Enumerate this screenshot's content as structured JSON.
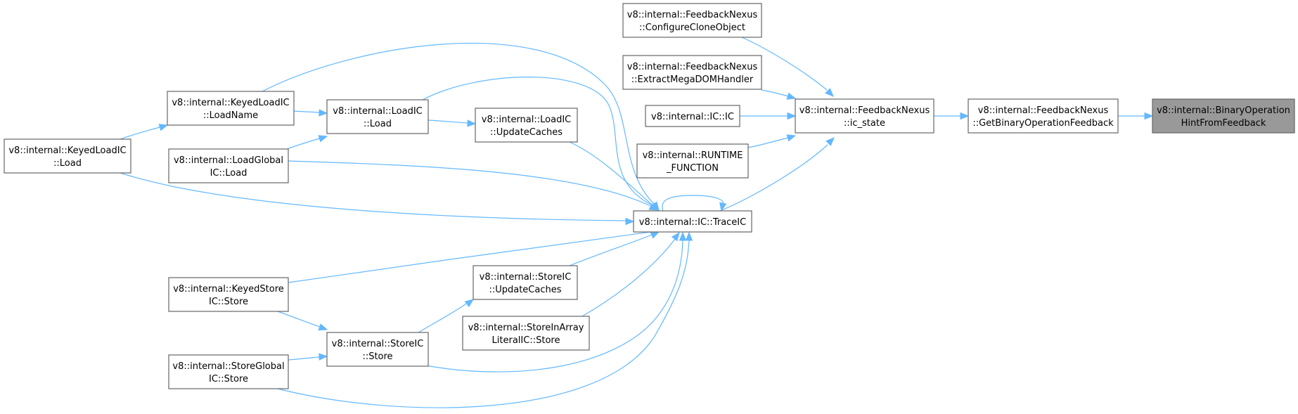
{
  "nodes": [
    {
      "id": "binop",
      "lines": [
        "v8::internal::BinaryOperation",
        "HintFromFeedback"
      ],
      "highlighted": true
    },
    {
      "id": "getbinop",
      "lines": [
        "v8::internal::FeedbackNexus",
        "::GetBinaryOperationFeedback"
      ]
    },
    {
      "id": "icstate",
      "lines": [
        "v8::internal::FeedbackNexus",
        "::ic_state"
      ]
    },
    {
      "id": "configclone",
      "lines": [
        "v8::internal::FeedbackNexus",
        "::ConfigureCloneObject"
      ]
    },
    {
      "id": "extractmega",
      "lines": [
        "v8::internal::FeedbackNexus",
        "::ExtractMegaDOMHandler"
      ]
    },
    {
      "id": "icic",
      "lines": [
        "v8::internal::IC::IC"
      ]
    },
    {
      "id": "runtimefn",
      "lines": [
        "v8::internal::RUNTIME",
        "_FUNCTION"
      ]
    },
    {
      "id": "traceic",
      "lines": [
        "v8::internal::IC::TraceIC"
      ]
    },
    {
      "id": "keyedloadname",
      "lines": [
        "v8::internal::KeyedLoadIC",
        "::LoadName"
      ]
    },
    {
      "id": "loadicload",
      "lines": [
        "v8::internal::LoadIC",
        "::Load"
      ]
    },
    {
      "id": "loadicupdate",
      "lines": [
        "v8::internal::LoadIC",
        "::UpdateCaches"
      ]
    },
    {
      "id": "keyedloadload",
      "lines": [
        "v8::internal::KeyedLoadIC",
        "::Load"
      ]
    },
    {
      "id": "loadglobal",
      "lines": [
        "v8::internal::LoadGlobal",
        "IC::Load"
      ]
    },
    {
      "id": "keyedstore",
      "lines": [
        "v8::internal::KeyedStore",
        "IC::Store"
      ]
    },
    {
      "id": "storeicupdate",
      "lines": [
        "v8::internal::StoreIC",
        "::UpdateCaches"
      ]
    },
    {
      "id": "storeinarray",
      "lines": [
        "v8::internal::StoreInArray",
        "LiteralIC::Store"
      ]
    },
    {
      "id": "storeicstore",
      "lines": [
        "v8::internal::StoreIC",
        "::Store"
      ]
    },
    {
      "id": "storeglobal",
      "lines": [
        "v8::internal::StoreGlobal",
        "IC::Store"
      ]
    }
  ],
  "edges": [
    {
      "from": "getbinop",
      "to": "binop"
    },
    {
      "from": "icstate",
      "to": "getbinop"
    },
    {
      "from": "configclone",
      "to": "icstate"
    },
    {
      "from": "extractmega",
      "to": "icstate"
    },
    {
      "from": "icic",
      "to": "icstate"
    },
    {
      "from": "runtimefn",
      "to": "icstate"
    },
    {
      "from": "traceic",
      "to": "icstate"
    },
    {
      "from": "traceic",
      "to": "traceic"
    },
    {
      "from": "keyedloadname",
      "to": "traceic"
    },
    {
      "from": "loadicload",
      "to": "traceic"
    },
    {
      "from": "loadicupdate",
      "to": "traceic"
    },
    {
      "from": "loadglobal",
      "to": "traceic"
    },
    {
      "from": "keyedloadload",
      "to": "traceic"
    },
    {
      "from": "keyedstore",
      "to": "traceic"
    },
    {
      "from": "storeicupdate",
      "to": "traceic"
    },
    {
      "from": "storeinarray",
      "to": "traceic"
    },
    {
      "from": "storeicstore",
      "to": "traceic"
    },
    {
      "from": "storeglobal",
      "to": "traceic"
    },
    {
      "from": "keyedloadname",
      "to": "loadicload"
    },
    {
      "from": "loadicload",
      "to": "loadicupdate"
    },
    {
      "from": "loadglobal",
      "to": "loadicload"
    },
    {
      "from": "keyedloadload",
      "to": "keyedloadname"
    },
    {
      "from": "keyedstore",
      "to": "storeicstore"
    },
    {
      "from": "storeicstore",
      "to": "storeicupdate"
    },
    {
      "from": "storeglobal",
      "to": "storeicstore"
    }
  ],
  "colors": {
    "edge": "#63b8ff",
    "node_border": "#666666",
    "highlight_fill": "#999999"
  }
}
